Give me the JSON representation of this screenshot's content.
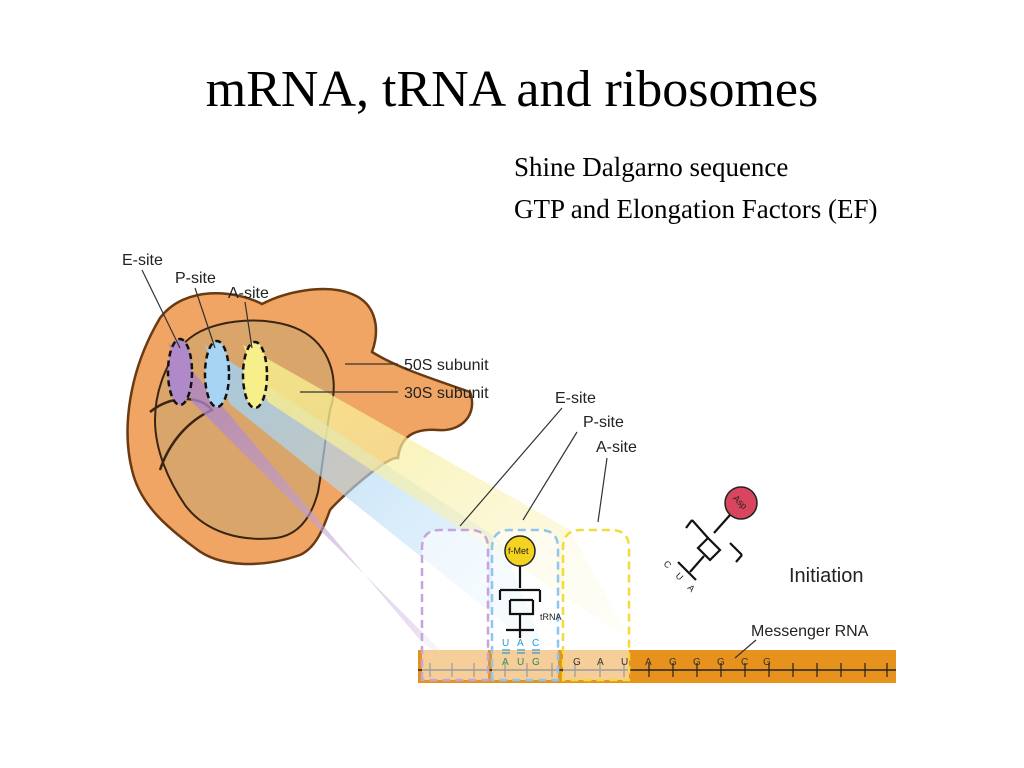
{
  "slide": {
    "title": "mRNA, tRNA and ribosomes",
    "bullets": [
      "Shine Dalgarno sequence",
      "GTP and Elongation Factors (EF)"
    ]
  },
  "diagram": {
    "ribosome_sites": [
      "E-site",
      "P-site",
      "A-site"
    ],
    "subunits": {
      "large": "50S subunit",
      "small": "30S subunit"
    },
    "mrna_sites": [
      "E-site",
      "P-site",
      "A-site"
    ],
    "fmet": "f-Met",
    "trna": "tRNA",
    "incoming_aa": "Asp",
    "incoming_anticodon": [
      "C",
      "U",
      "A"
    ],
    "stage": "Initiation",
    "mrna_label": "Messenger RNA",
    "anticodon": [
      "U",
      "A",
      "C"
    ],
    "codon_start": [
      "A",
      "U",
      "G"
    ],
    "codons_rest": [
      "G",
      "A",
      "U",
      "A",
      "G",
      "G",
      "G",
      "C",
      "G"
    ],
    "colors": {
      "ribosome_orange": "#f0a564",
      "ribosome_light": "#d9a56a",
      "e_site": "#b08ac8",
      "p_site": "#a8d4f4",
      "a_site": "#f7ef8a",
      "mrna_band": "#e8921e",
      "asp_ball": "#d9455f",
      "fmet_ball": "#f3d320"
    }
  }
}
